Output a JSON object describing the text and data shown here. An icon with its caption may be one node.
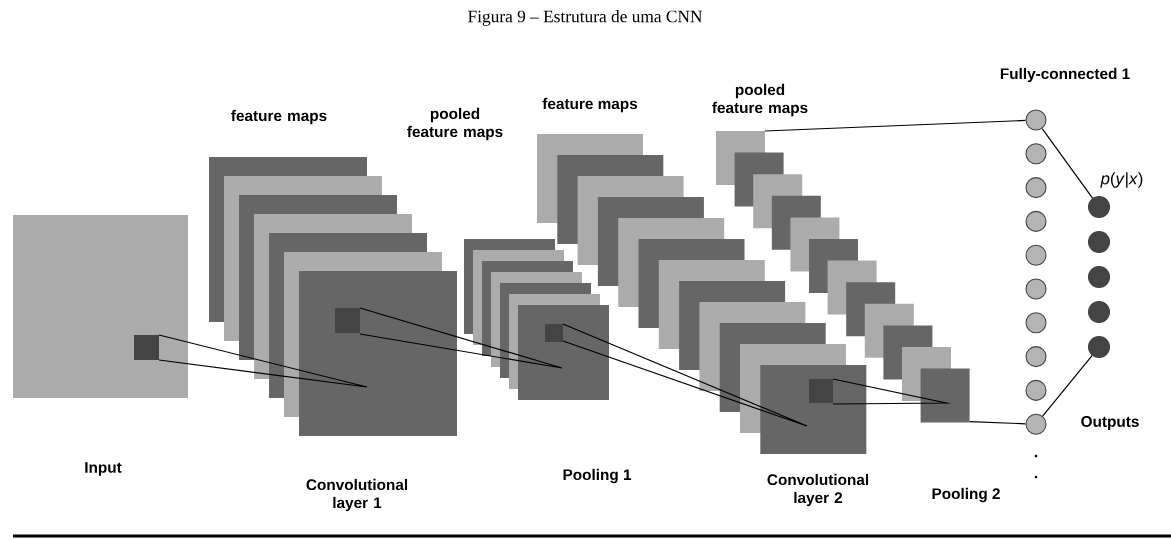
{
  "diagram": {
    "title": "Figura 9 – Estrutura de uma CNN",
    "nodes": [
      {
        "text": [],
        "shape": "box"
      },
      {
        "text": [
          "feature maps"
        ],
        "beside": [
          "Convolutional layer 1"
        ]
      },
      {
        "text": [
          "pooled feature maps"
        ]
      },
      {
        "text": [],
        "shape": "box",
        "beside": [
          "Convolutional layer 2"
        ]
      },
      {
        "text": [
          "pooled feature maps"
        ]
      },
      {
        "text": [],
        "shape": "circle"
      },
      {
        "text": [],
        "shape": "circle"
      },
      {
        "text": [],
        "shape": "circle"
      },
      {
        "text": [],
        "shape": "circle"
      },
      {
        "text": [],
        "shape": "circle"
      },
      {
        "text": [],
        "shape": "circle"
      },
      {
        "text": [],
        "shape": "circle"
      },
      {
        "text": [],
        "shape": "circle"
      },
      {
        "text": [],
        "shape": "circle"
      },
      {
        "text": [],
        "shape": "circle"
      },
      {
        "text": [],
        "shape": "circle"
      },
      {
        "text": [],
        "shape": "circle"
      },
      {
        "text": [],
        "shape": "circle"
      },
      {
        "text": [],
        "shape": "circle"
      },
      {
        "text": [],
        "shape": "circle"
      }
    ],
    "edges": [
      {
        "from": 4,
        "to": 5,
        "arrow": "none"
      },
      {
        "from": 4,
        "to": 14,
        "arrow": "none"
      },
      {
        "from": 5,
        "to": 15,
        "arrow": "none"
      },
      {
        "from": 14,
        "to": 19,
        "arrow": "none"
      }
    ],
    "labels": [
      "Fully-connected 1",
      "*p*(*y*|*x*)",
      "Outputs",
      "Input",
      "Pooling 1",
      "Pooling 2",
      "feature maps"
    ]
  }
}
